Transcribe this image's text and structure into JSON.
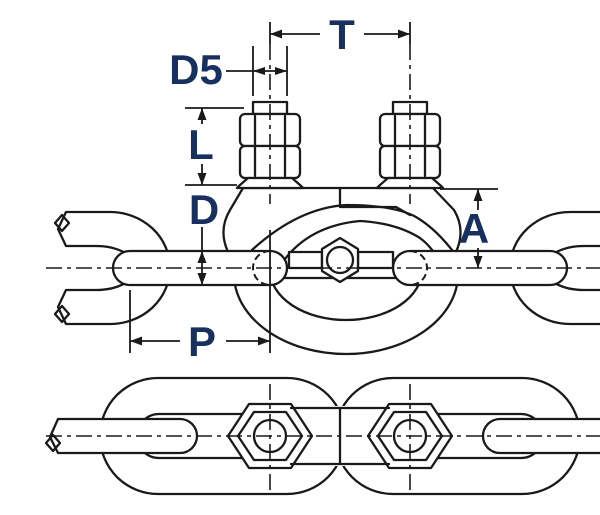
{
  "labels": {
    "t": "T",
    "d5": "D5",
    "l": "L",
    "d": "D",
    "a": "A",
    "p": "P"
  },
  "colors": {
    "label": "#17305f",
    "line": "#1a1a1a",
    "background": "#ffffff"
  }
}
